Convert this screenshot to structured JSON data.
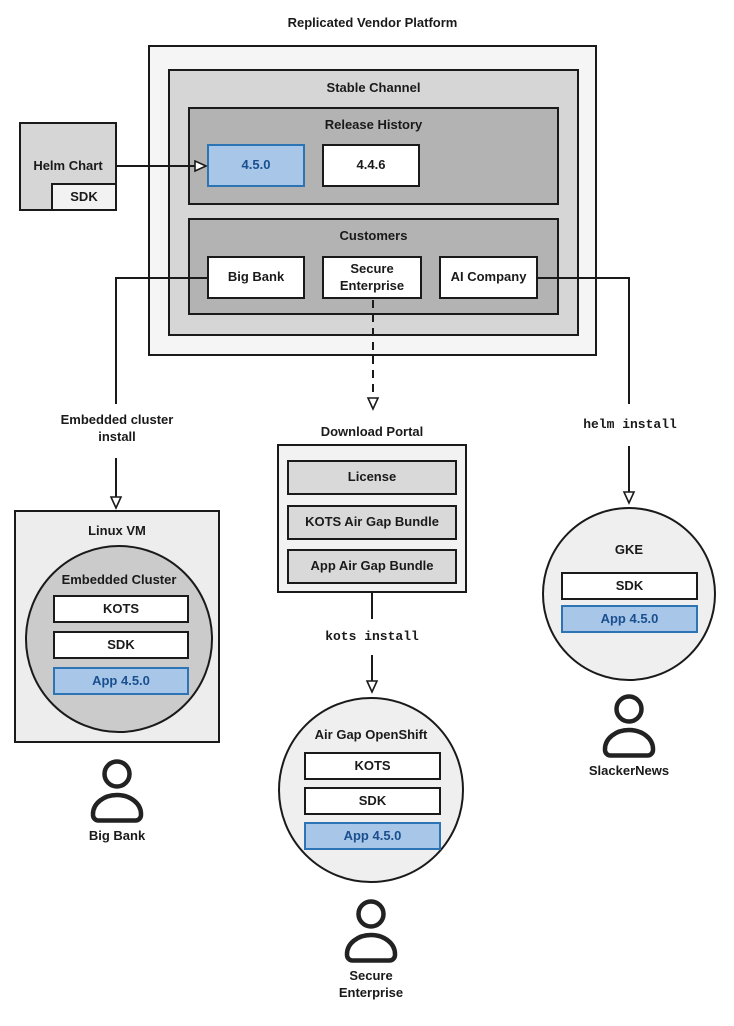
{
  "colors": {
    "accent_fill": "#a8c7e8",
    "accent_border": "#2d74b5",
    "accent_text": "#1a4f8f"
  },
  "title": "Replicated Vendor Platform",
  "platform": {
    "stable_channel_label": "Stable Channel",
    "release_history": {
      "label": "Release History",
      "versions": [
        "4.5.0",
        "4.4.6"
      ]
    },
    "customers": {
      "label": "Customers",
      "names": [
        "Big Bank",
        "Secure Enterprise",
        "AI Company"
      ]
    }
  },
  "helm_chart": {
    "label": "Helm Chart",
    "sdk": "SDK"
  },
  "edge_labels": {
    "embedded_cluster_install": "Embedded cluster install",
    "download_portal": "Download Portal",
    "helm_install": "helm install",
    "kots_install": "kots install"
  },
  "download_portal": {
    "items": [
      "License",
      "KOTS Air Gap Bundle",
      "App Air Gap Bundle"
    ]
  },
  "linux_vm": {
    "label": "Linux VM",
    "circle_label": "Embedded Cluster",
    "kots": "KOTS",
    "sdk": "SDK",
    "app": "App 4.5.0"
  },
  "gke": {
    "label": "GKE",
    "sdk": "SDK",
    "app": "App 4.5.0"
  },
  "airgap_openshift": {
    "label": "Air Gap OpenShift",
    "kots": "KOTS",
    "sdk": "SDK",
    "app": "App 4.5.0"
  },
  "users": {
    "big_bank": "Big Bank",
    "slackernews": "SlackerNews",
    "secure_enterprise": "Secure Enterprise"
  }
}
